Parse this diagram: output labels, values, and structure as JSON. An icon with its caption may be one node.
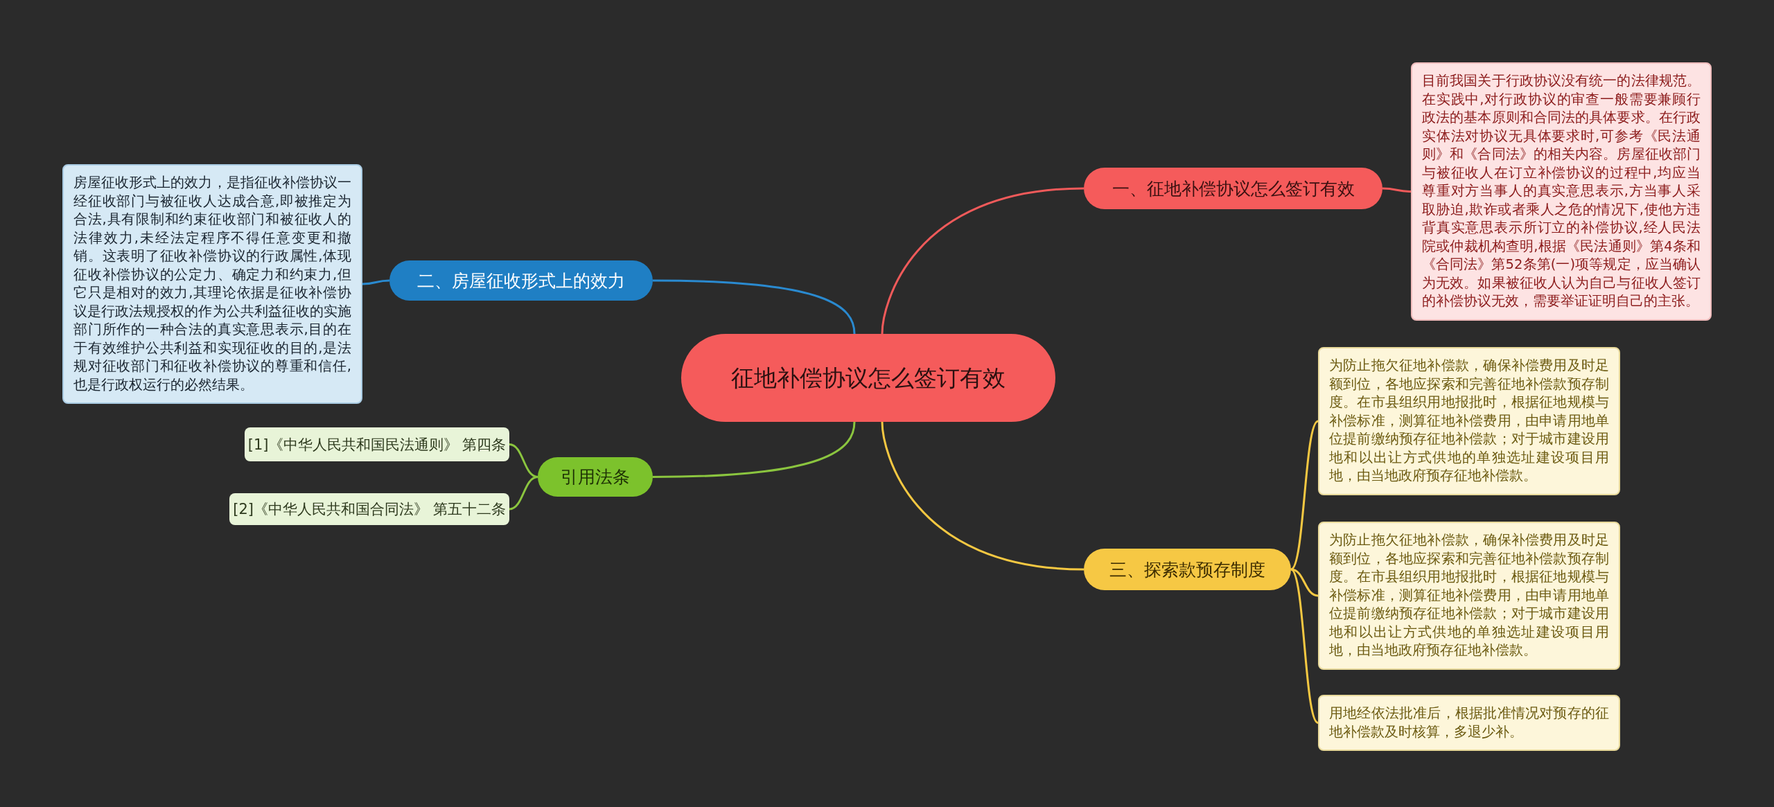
{
  "diagram": {
    "nodes": [
      {
        "text": [
          "征地补偿协议怎么签订有效"
        ]
      },
      {
        "text": [
          "一、征地补偿协议怎么签订有效"
        ]
      },
      {
        "text": [
          "目前我国关于行政协议没有统一的法律规范。在实践中,对行政协议的审查一般需要兼顾行政法的基本原则和合同法的具体要求。在行政实体法对协议无具体要求时,可参考《民法通则》和《合同法》的相关内容。房屋征收部门与被征收人在订立补偿协议的过程中,均应当尊重对方当事人的真实意思表示,方当事人采取胁迫,欺诈或者乘人之危的情况下,使他方违背真实意思表示所订立的补偿协议,经人民法院或仲裁机构查明,根据《民法通则》第4条和《合同法》第52条第(一)项等规定，应当确认为无效。如果被征收人认为自己与征收人签订的补偿协议无效，需要举证证明自己的主张。"
        ]
      },
      {
        "text": [
          "二、房屋征收形式上的效力"
        ]
      },
      {
        "text": [
          "房屋征收形式上的效力，是指征收补偿协议一经征收部门与被征收人达成合意,即被推定为合法,具有限制和约束征收部门和被征收人的法律效力,未经法定程序不得任意变更和撤销。这表明了征收补偿协议的行政属性,体现征收补偿协议的公定力、确定力和约束力,但它只是相对的效力,其理论依据是征收补偿协议是行政法规授权的作为公共利益征收的实施部门所作的一种合法的真实意思表示,目的在于有效维护公共利益和实现征收的目的,是法规对征收部门和征收补偿协议的尊重和信任,也是行政权运行的必然结果。"
        ]
      },
      {
        "text": [
          "引用法条"
        ]
      },
      {
        "text": [
          "[1]《中华人民共和国民法通则》 第四条"
        ]
      },
      {
        "text": [
          "[2]《中华人民共和国合同法》 第五十二条"
        ]
      },
      {
        "text": [
          "三、探索款预存制度"
        ]
      },
      {
        "text": [
          "为防止拖欠征地补偿款，确保补偿费用及时足额到位，各地应探索和完善征地补偿款预存制度。在市县组织用地报批时，根据征地规模与补偿标准，测算征地补偿费用，由申请用地单位提前缴纳预存征地补偿款；对于城市建设用地和以出让方式供地的单独选址建设项目用地，由当地政府预存征地补偿款。"
        ]
      },
      {
        "text": [
          "为防止拖欠征地补偿款，确保补偿费用及时足额到位，各地应探索和完善征地补偿款预存制度。在市县组织用地报批时，根据征地规模与补偿标准，测算征地补偿费用，由申请用地单位提前缴纳预存征地补偿款；对于城市建设用地和以出让方式供地的单独选址建设项目用地，由当地政府预存征地补偿款。"
        ]
      },
      {
        "text": [
          "用地经依法批准后，根据批准情况对预存的征地补偿款及时核算，多退少补。"
        ]
      }
    ],
    "edges": [
      {
        "from": 0,
        "to": 1,
        "arrow": "none",
        "color": "#f05a5a"
      },
      {
        "from": 1,
        "to": 2,
        "arrow": "none",
        "color": "#f05a5a"
      },
      {
        "from": 0,
        "to": 3,
        "arrow": "none",
        "color": "#2a8ad0"
      },
      {
        "from": 3,
        "to": 4,
        "arrow": "none",
        "color": "#2a8ad0"
      },
      {
        "from": 0,
        "to": 5,
        "arrow": "none",
        "color": "#8bc53f"
      },
      {
        "from": 5,
        "to": 6,
        "arrow": "none",
        "color": "#8bc53f"
      },
      {
        "from": 5,
        "to": 7,
        "arrow": "none",
        "color": "#8bc53f"
      },
      {
        "from": 0,
        "to": 8,
        "arrow": "none",
        "color": "#f5c842"
      },
      {
        "from": 8,
        "to": 9,
        "arrow": "none",
        "color": "#f5c842"
      },
      {
        "from": 8,
        "to": 10,
        "arrow": "none",
        "color": "#f5c842"
      },
      {
        "from": 8,
        "to": 11,
        "arrow": "none",
        "color": "#f5c842"
      }
    ]
  }
}
